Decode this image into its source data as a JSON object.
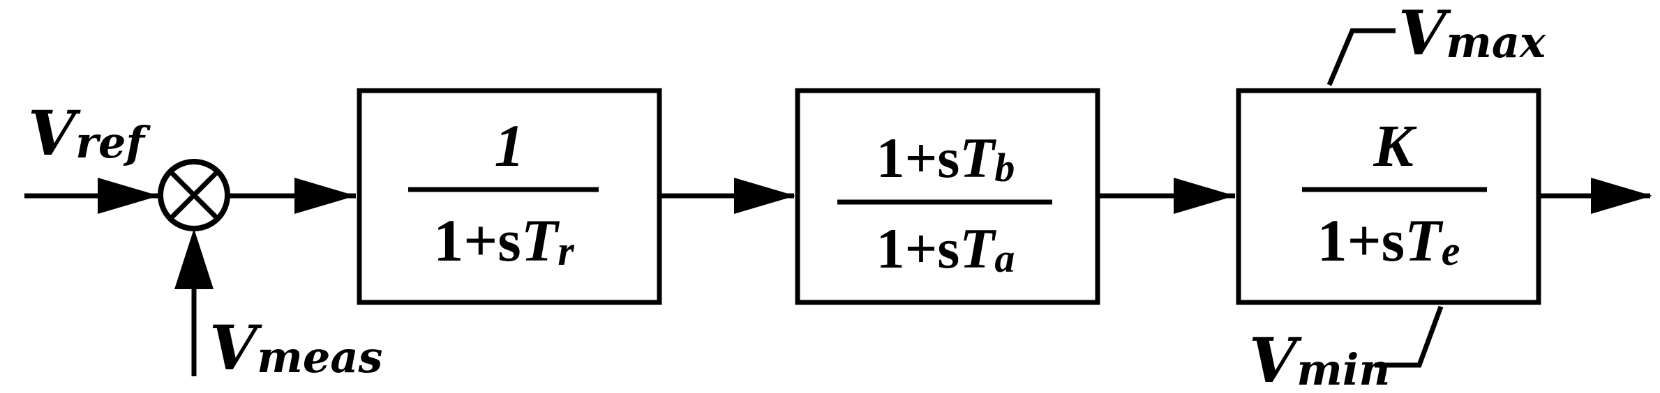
{
  "signals": {
    "vref": {
      "main": "V",
      "sub": "ref"
    },
    "vmeas": {
      "main": "V",
      "sub": "meas"
    },
    "vmax": {
      "main": "V",
      "sub": "max"
    },
    "vmin": {
      "main": "V",
      "sub": "min"
    }
  },
  "blocks": {
    "filter": {
      "numerator": {
        "a": "1",
        "b": "",
        "c": "",
        "d": ""
      },
      "denominator": {
        "a": "1+s",
        "b": "T",
        "c": "r",
        "d": ""
      }
    },
    "lead_lag": {
      "numerator": {
        "a": "1+s",
        "b": "T",
        "c": "b",
        "d": ""
      },
      "denominator": {
        "a": "1+s",
        "b": "T",
        "c": "a",
        "d": ""
      }
    },
    "exciter": {
      "numerator": {
        "a": "",
        "b": "K",
        "c": "",
        "d": ""
      },
      "denominator": {
        "a": "1+s",
        "b": "T",
        "c": "e",
        "d": ""
      }
    }
  }
}
